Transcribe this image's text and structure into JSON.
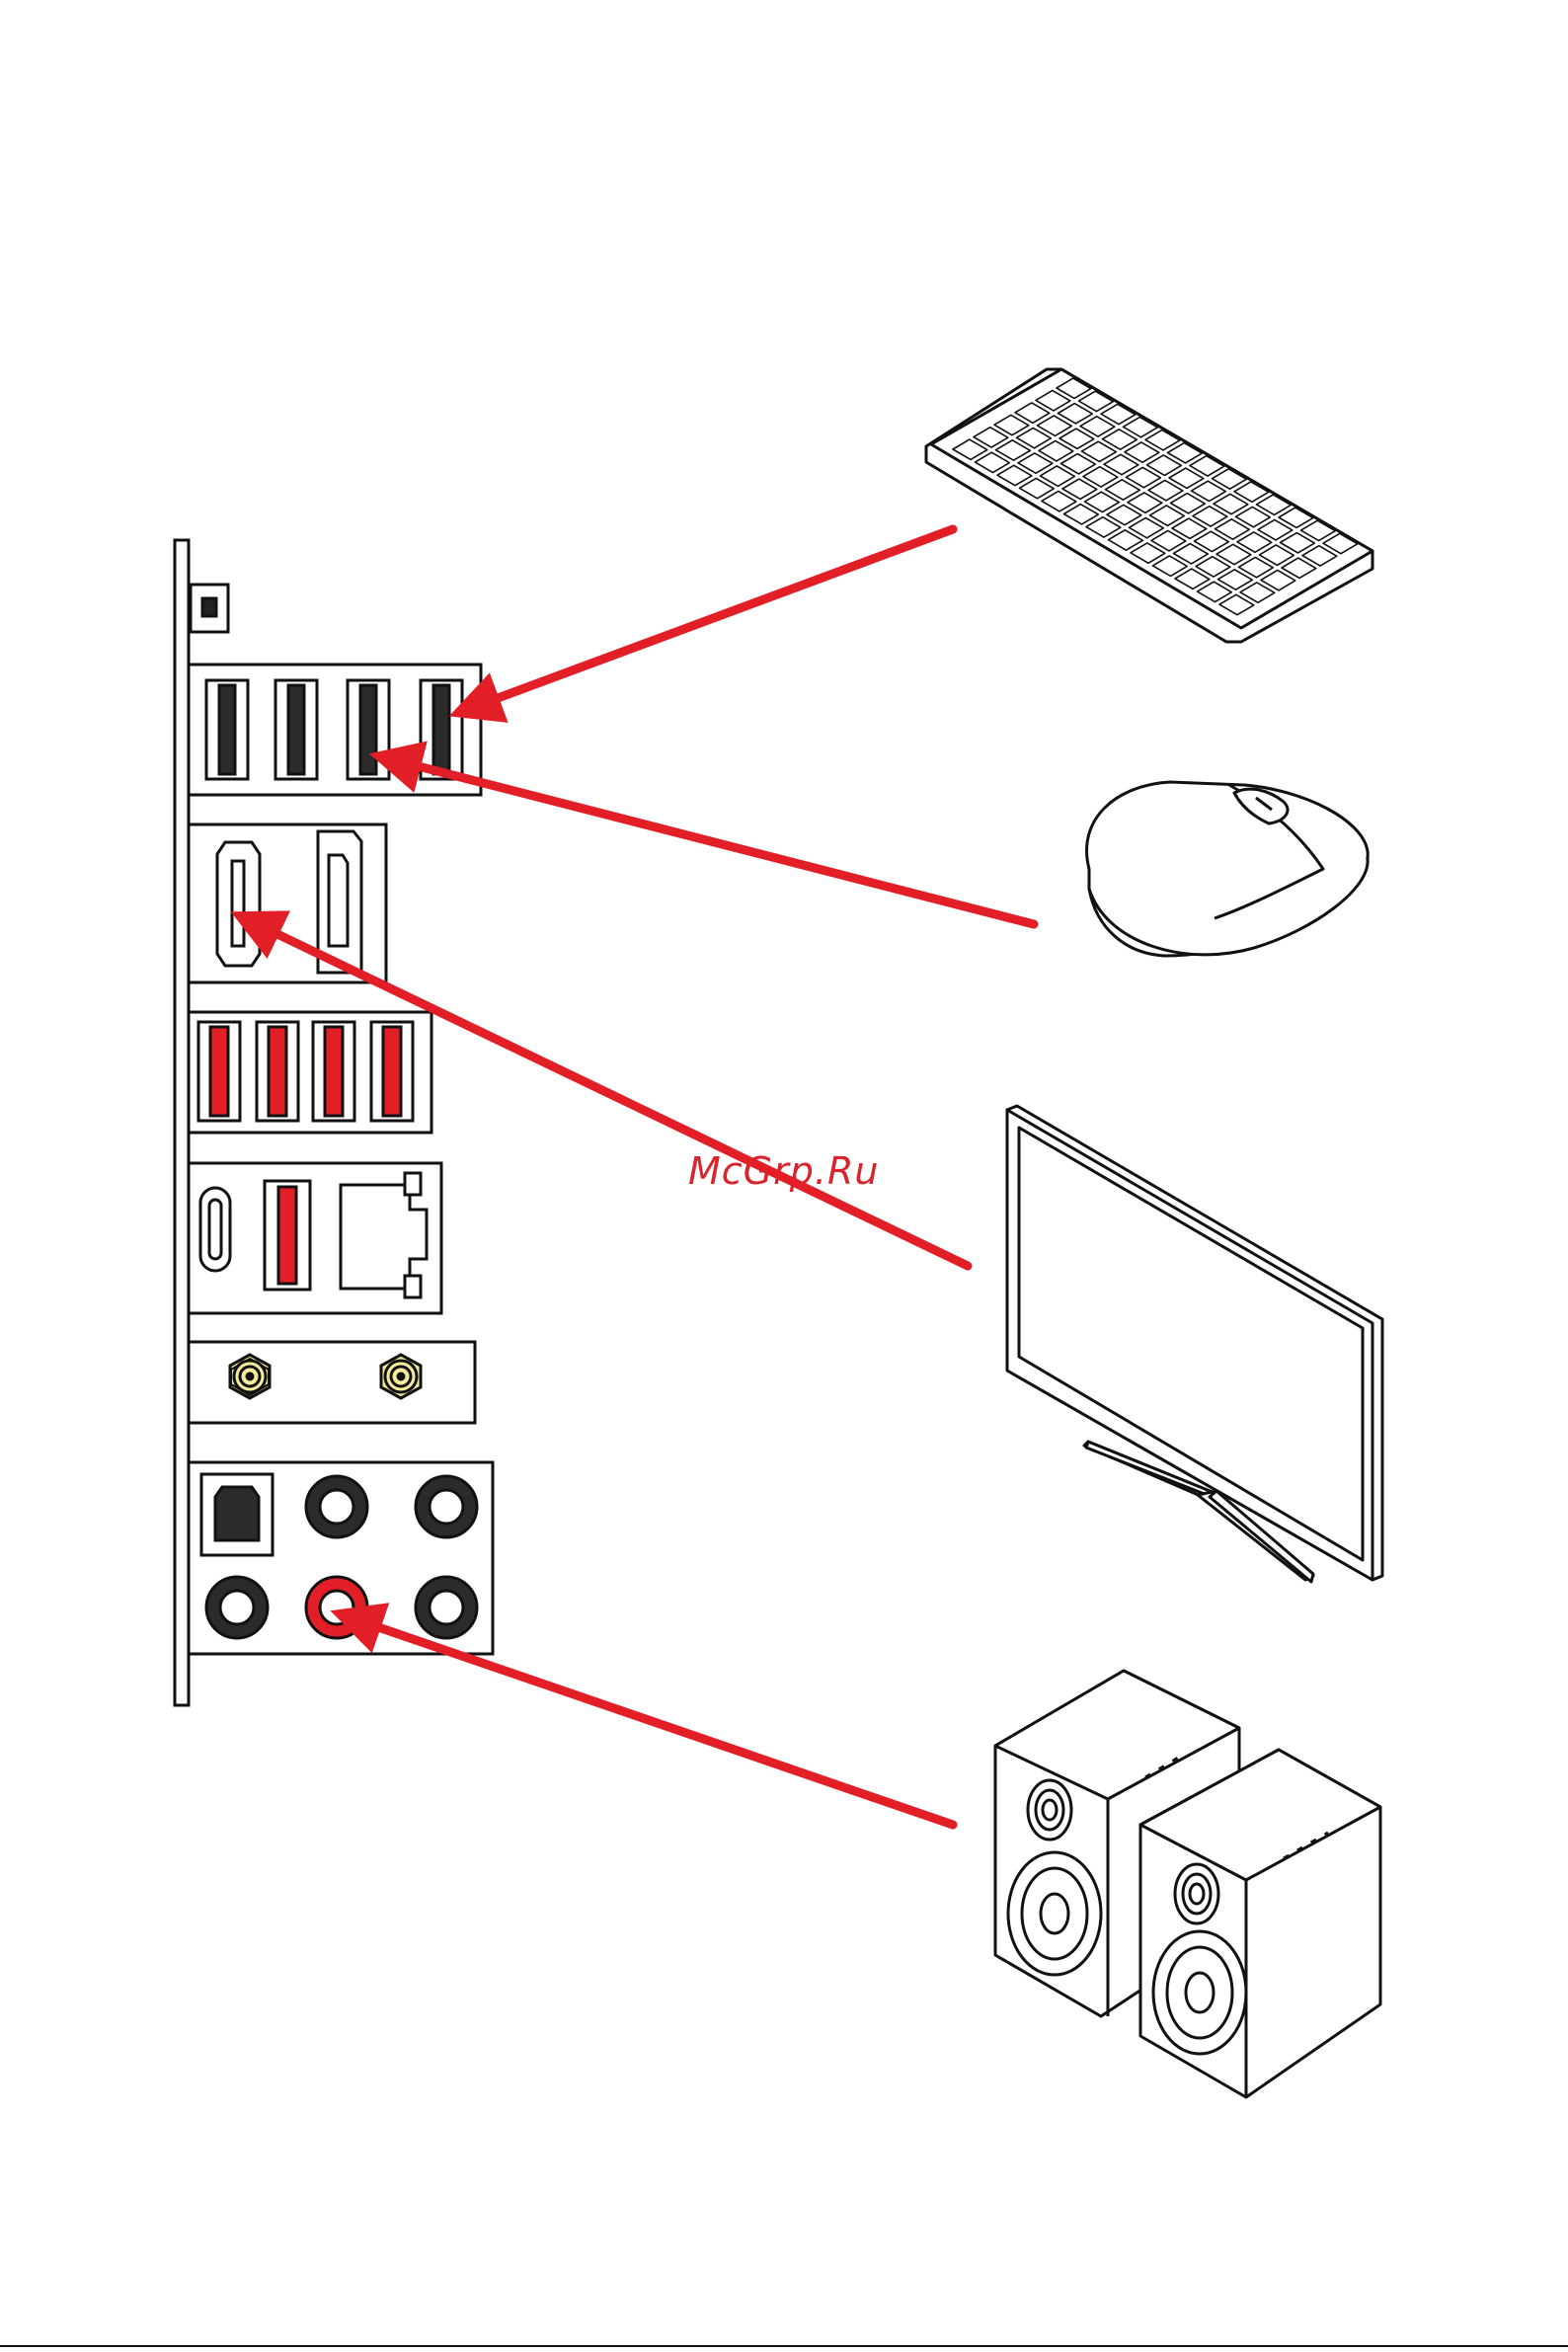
{
  "watermark": {
    "text": "McGrp.Ru",
    "color": "#d9232e"
  },
  "colors": {
    "arrow": "#e21f26",
    "usb_red": "#e21f26",
    "usb_black": "#2b2b2b",
    "antenna_gold": "#f4ec9a",
    "outline": "#111111"
  },
  "io_panel": {
    "groups": [
      "bios-flash-button",
      "usb-black-ports",
      "hdmi-displayport",
      "usb-red-ports",
      "usb-c-usb-lan",
      "wifi-antenna-connectors",
      "audio-jacks"
    ]
  },
  "devices": [
    "keyboard-icon",
    "mouse-icon",
    "monitor-icon",
    "speakers-icon"
  ],
  "connections": [
    {
      "from": "keyboard-icon",
      "to": "usb-black-port-4"
    },
    {
      "from": "mouse-icon",
      "to": "usb-black-port-3"
    },
    {
      "from": "monitor-icon",
      "to": "hdmi-port"
    },
    {
      "from": "speakers-icon",
      "to": "line-out-jack"
    }
  ]
}
